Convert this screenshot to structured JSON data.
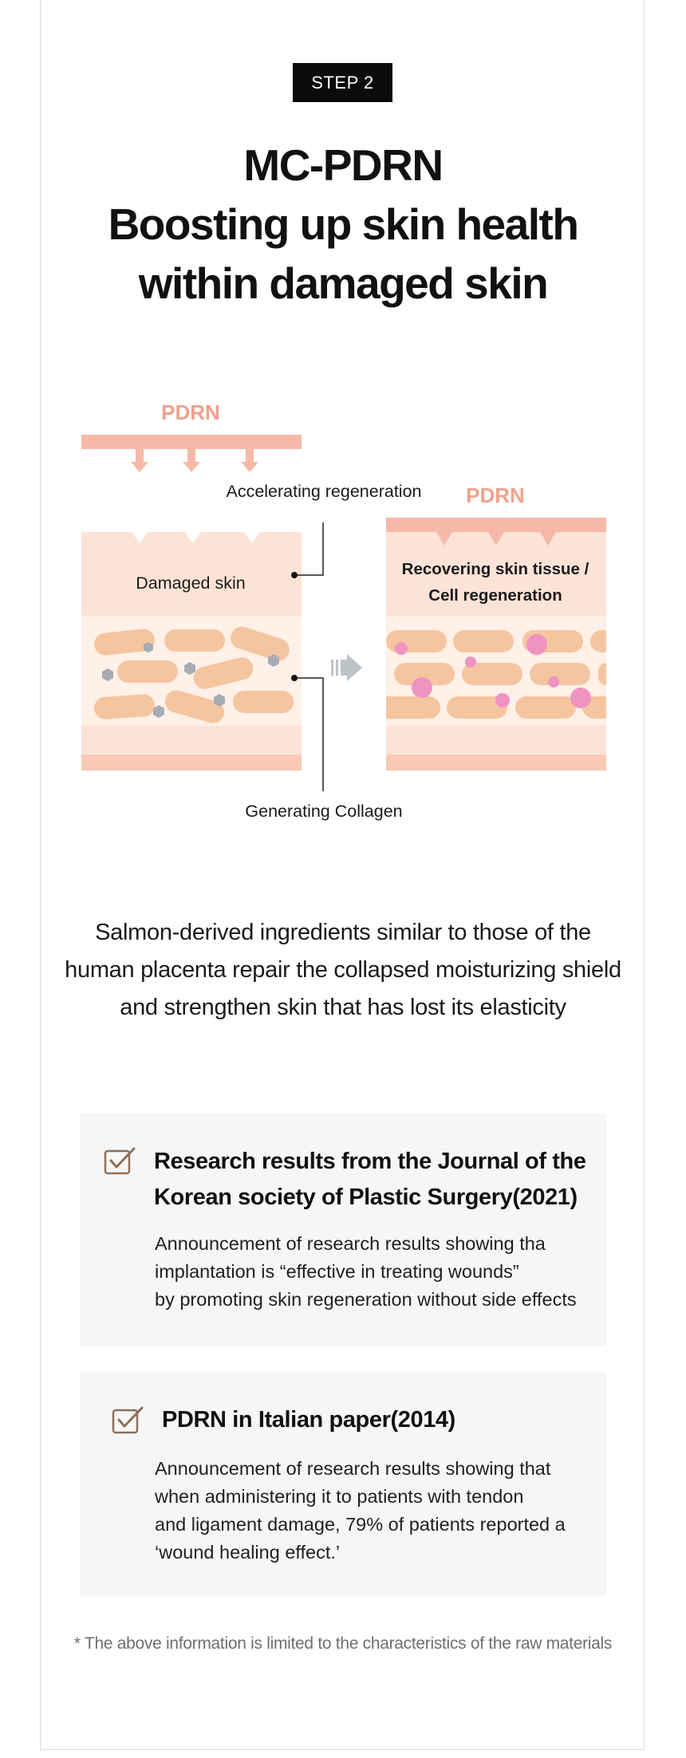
{
  "step_badge": "STEP 2",
  "headline": {
    "line1": "MC-PDRN",
    "line2": "Boosting up skin health",
    "line3": "within damaged skin"
  },
  "diagram": {
    "pdrn_left": "PDRN",
    "pdrn_right": "PDRN",
    "label_accelerating": "Accelerating regeneration",
    "label_damaged": "Damaged skin",
    "label_recovering_1": "Recovering skin tissue /",
    "label_recovering_2": "Cell regeneration",
    "label_collagen": "Generating Collagen",
    "colors": {
      "pdrn_text": "#f0a18c",
      "pdrn_bar": "#f6b9a8",
      "skin_top": "#fde3d6",
      "skin_mid": "#fff0e8",
      "cell": "#f5c5a0",
      "hexagon": "#a6acb4",
      "dot_pink": "#ef94c0",
      "arrow_gray": "#bfc3c8"
    }
  },
  "description": {
    "line1": "Salmon-derived ingredients similar to those of the",
    "line2": "human placenta repair the collapsed moisturizing shield",
    "line3": "and strengthen skin that has lost its elasticity"
  },
  "cards": [
    {
      "title_line1": "Research results from the Journal of the",
      "title_line2": "Korean society of Plastic Surgery(2021)",
      "body_line1": "Announcement of research results showing tha",
      "body_line2": "implantation is “effective in treating wounds”",
      "body_line3": "by promoting skin regeneration without side effects",
      "icon": "checkbox-checked-icon"
    },
    {
      "title_line1": "PDRN in Italian paper(2014)",
      "body_line1": "Announcement of research results showing that",
      "body_line2": "when administering it to patients with tendon",
      "body_line3": "and ligament damage,  79% of patients reported a",
      "body_line4": "‘wound healing effect.’",
      "icon": "checkbox-checked-icon"
    }
  ],
  "footnote": "* The above information is limited to the characteristics of the raw materials"
}
